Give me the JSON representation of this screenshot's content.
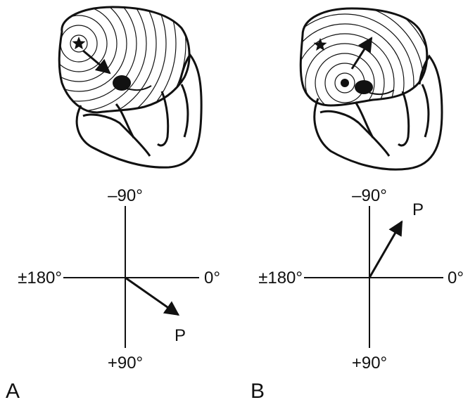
{
  "colors": {
    "ink": "#111111",
    "background": "#ffffff"
  },
  "panels": [
    {
      "letter": "A",
      "origin_marker": "star-icon",
      "axis_labels": {
        "top": "–90°",
        "bottom": "+90°",
        "left": "±180°",
        "right": "0°"
      },
      "vector": {
        "label": "P",
        "angle_deg": 35
      }
    },
    {
      "letter": "B",
      "origin_marker": "star-icon",
      "axis_labels": {
        "top": "–90°",
        "bottom": "+90°",
        "left": "±180°",
        "right": "0°"
      },
      "vector": {
        "label": "P",
        "angle_deg": -60
      }
    }
  ]
}
